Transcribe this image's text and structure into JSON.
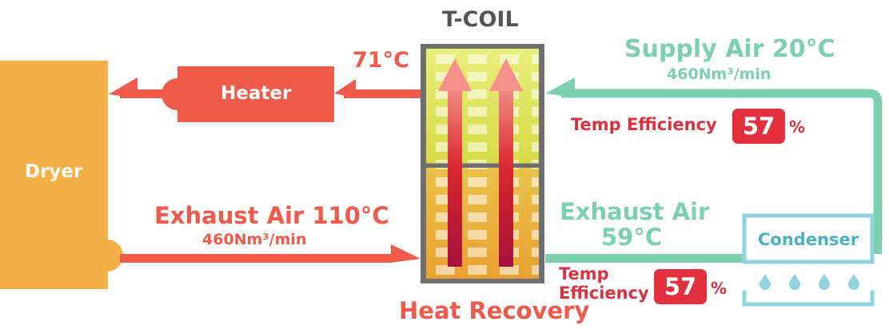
{
  "title": "T-COIL",
  "footer": "Heat Recovery",
  "dryer": {
    "label": "Dryer"
  },
  "heater": {
    "label": "Heater"
  },
  "heater_temp": "71°C",
  "supply_air": {
    "label": "Supply Air 20°C",
    "flow": "460Nm³/min"
  },
  "exhaust_in": {
    "label": "Exhaust Air 110°C",
    "flow": "460Nm³/min"
  },
  "exhaust_out": {
    "label": "Exhaust Air",
    "temp": "59°C"
  },
  "efficiency_top": {
    "label": "Temp Efficiency",
    "value": "57",
    "unit": "%"
  },
  "efficiency_bottom": {
    "label_line1": "Temp",
    "label_line2": "Efficiency",
    "value": "57",
    "unit": "%"
  },
  "condenser": {
    "label": "Condenser"
  },
  "colors": {
    "dryer": "#f6b047",
    "heater": "#f05a4a",
    "exhaust": "#ef5a4a",
    "supply": "#7dcfb1",
    "badge": "#e2303f",
    "coil_frame": "#6e6e6e",
    "condenser": "#8fd3e0",
    "label_dark_red": "#d9313f"
  },
  "icons": [
    "up-arrow-icon",
    "water-drop-icon"
  ]
}
